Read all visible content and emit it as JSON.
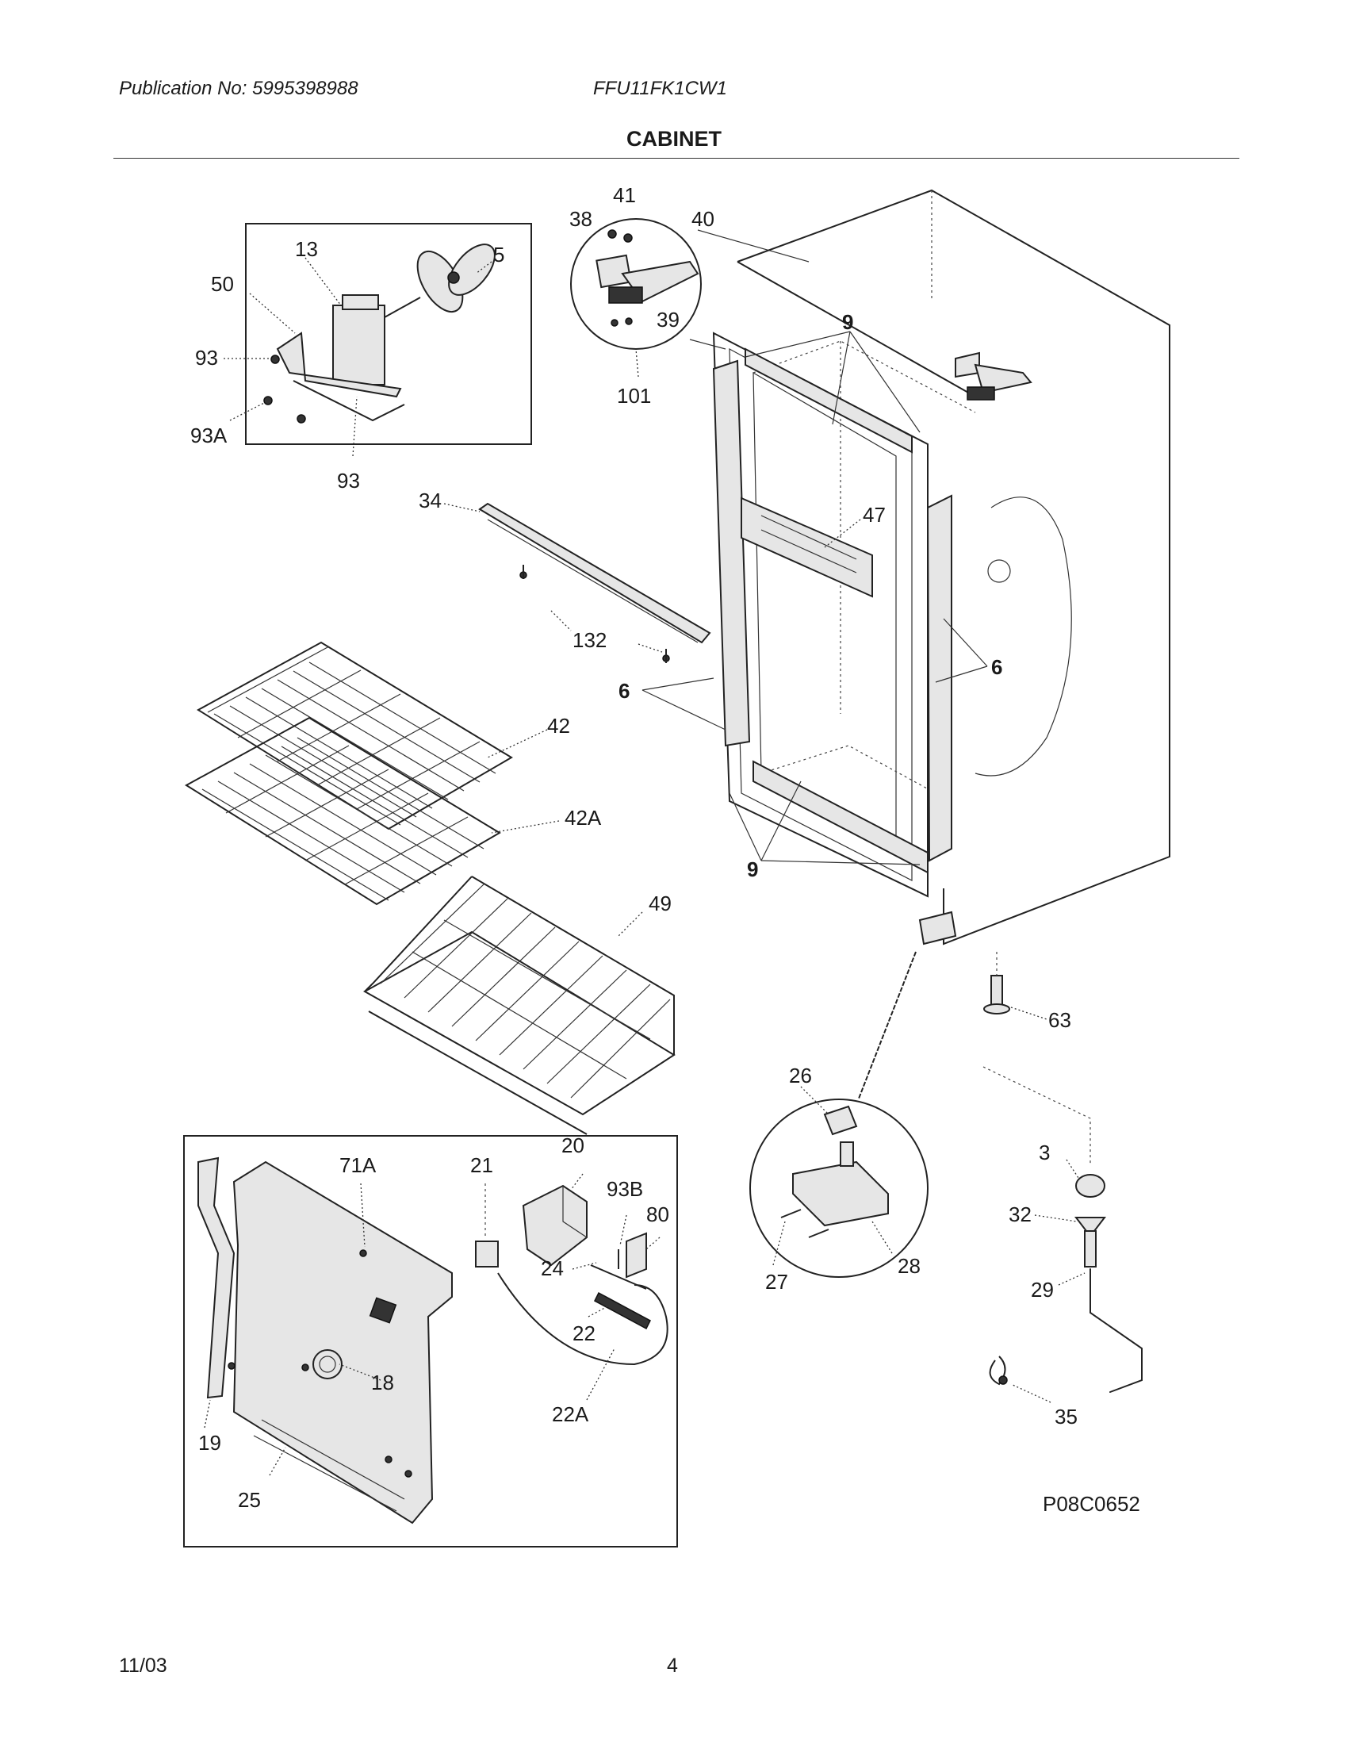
{
  "header": {
    "publication": "Publication No: 5995398988",
    "model": "FFU11FK1CW1",
    "section_title": "CABINET"
  },
  "footer": {
    "date": "11/03",
    "page_number": "4"
  },
  "diagram": {
    "code": "P08C0652",
    "callouts": {
      "c41": "41",
      "c38": "38",
      "c40": "40",
      "c39": "39",
      "c101": "101",
      "c13": "13",
      "c5": "5",
      "c50": "50",
      "c93a": "93",
      "c93b": "93",
      "c93A": "93A",
      "c34": "34",
      "c132": "132",
      "c47": "47",
      "c9a": "9",
      "c9b": "9",
      "c6a": "6",
      "c6b": "6",
      "c42": "42",
      "c42A": "42A",
      "c49": "49",
      "c63": "63",
      "c26": "26",
      "c27": "27",
      "c28": "28",
      "c3": "3",
      "c32": "32",
      "c29": "29",
      "c35": "35",
      "c71A": "71A",
      "c21": "21",
      "c20": "20",
      "c93B": "93B",
      "c80": "80",
      "c24": "24",
      "c22": "22",
      "c22A": "22A",
      "c18": "18",
      "c19": "19",
      "c25": "25"
    }
  }
}
